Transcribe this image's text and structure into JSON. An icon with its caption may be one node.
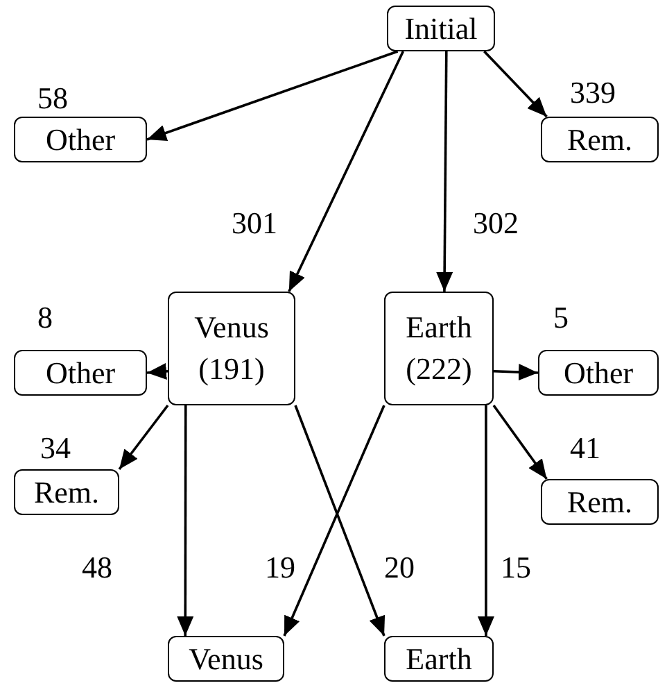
{
  "diagram": {
    "nodes": [
      {
        "text": [
          "Initial"
        ]
      },
      {
        "text": [
          "Other"
        ]
      },
      {
        "text": [
          "Rem."
        ]
      },
      {
        "text": [
          "Venus (191)"
        ]
      },
      {
        "text": [
          "Earth (222)"
        ]
      },
      {
        "text": [
          "Other"
        ]
      },
      {
        "text": [
          "Other"
        ]
      },
      {
        "text": [
          "Rem."
        ]
      },
      {
        "text": [
          "Rem."
        ]
      },
      {
        "text": [
          "Venus"
        ]
      },
      {
        "text": [
          "Earth"
        ]
      }
    ],
    "edges": [
      {
        "from": 0,
        "to": 1,
        "arrow": "to",
        "label": "58"
      },
      {
        "from": 0,
        "to": 2,
        "arrow": "to",
        "label": "339"
      },
      {
        "from": 0,
        "to": 3,
        "arrow": "to",
        "label": "301"
      },
      {
        "from": 0,
        "to": 4,
        "arrow": "to",
        "label": "302"
      },
      {
        "from": 3,
        "to": 5,
        "arrow": "to",
        "label": "8"
      },
      {
        "from": 4,
        "to": 6,
        "arrow": "to",
        "label": "5"
      },
      {
        "from": 3,
        "to": 7,
        "arrow": "to",
        "label": "34"
      },
      {
        "from": 4,
        "to": 8,
        "arrow": "to",
        "label": "41"
      },
      {
        "from": 3,
        "to": 9,
        "arrow": "to",
        "label": "48"
      },
      {
        "from": 4,
        "to": 9,
        "arrow": "to",
        "label": "19"
      },
      {
        "from": 3,
        "to": 10,
        "arrow": "to",
        "label": "20"
      },
      {
        "from": 4,
        "to": 10,
        "arrow": "to",
        "label": "15"
      }
    ]
  }
}
